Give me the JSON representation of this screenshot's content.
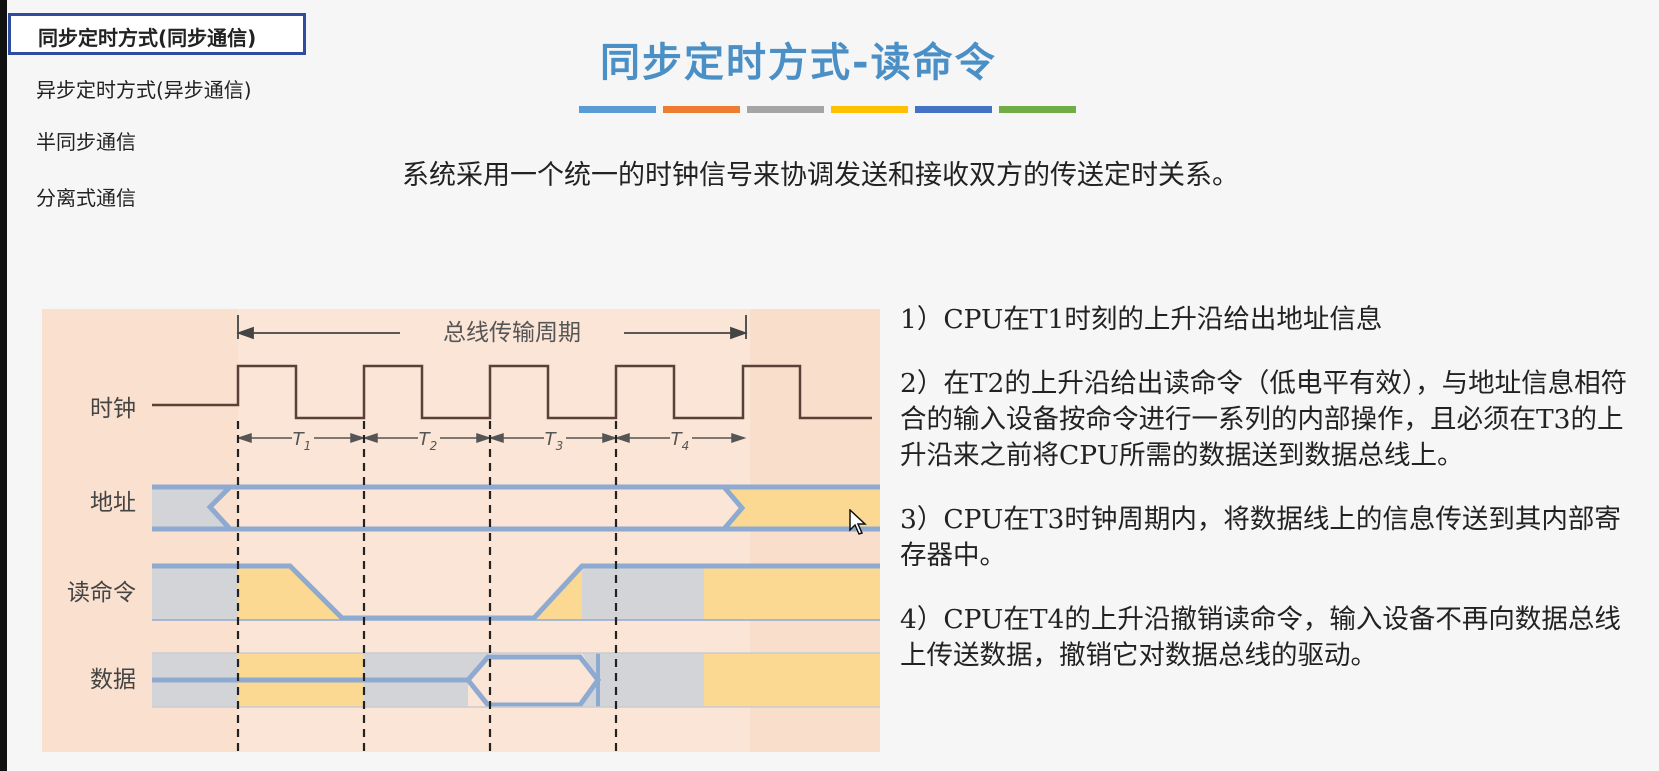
{
  "sidebar": {
    "items": [
      {
        "label": "同步定时方式(同步通信)",
        "active": true
      },
      {
        "label": "异步定时方式(异步通信)",
        "active": false
      },
      {
        "label": "半同步通信",
        "active": false
      },
      {
        "label": "分离式通信",
        "active": false
      }
    ]
  },
  "slide": {
    "title": "同步定时方式-读命令",
    "title_bar_colors": [
      "#5b9bd5",
      "#ed7d31",
      "#a5a5a5",
      "#ffc000",
      "#4472c4",
      "#70ad47"
    ],
    "subtitle": "系统采用一个统一的时钟信号来协调发送和接收双方的传送定时关系。"
  },
  "diagram": {
    "bus_cycle_label": "总线传输周期",
    "signals": {
      "clock": "时钟",
      "address": "地址",
      "read": "读命令",
      "data": "数据"
    },
    "periods": {
      "t1": {
        "base": "T",
        "sub": "1"
      },
      "t2": {
        "base": "T",
        "sub": "2"
      },
      "t3": {
        "base": "T",
        "sub": "3"
      },
      "t4": {
        "base": "T",
        "sub": "4"
      }
    },
    "colors": {
      "background": "#fbe5d6",
      "wire": "#8faad1",
      "gray_fill": "#d3d4d8",
      "yellow_fill": "#fcd992",
      "clock": "#5a4036"
    }
  },
  "notes": [
    "1）CPU在T1时刻的上升沿给出地址信息",
    "2）在T2的上升沿给出读命令（低电平有效），与地址信息相符合的输入设备按命令进行一系列的内部操作，且必须在T3的上升沿来之前将CPU所需的数据送到数据总线上。",
    "3）CPU在T3时钟周期内，将数据线上的信息传送到其内部寄存器中。",
    "4）CPU在T4的上升沿撤销读命令，输入设备不再向数据总线上传送数据，撤销它对数据总线的驱动。"
  ]
}
